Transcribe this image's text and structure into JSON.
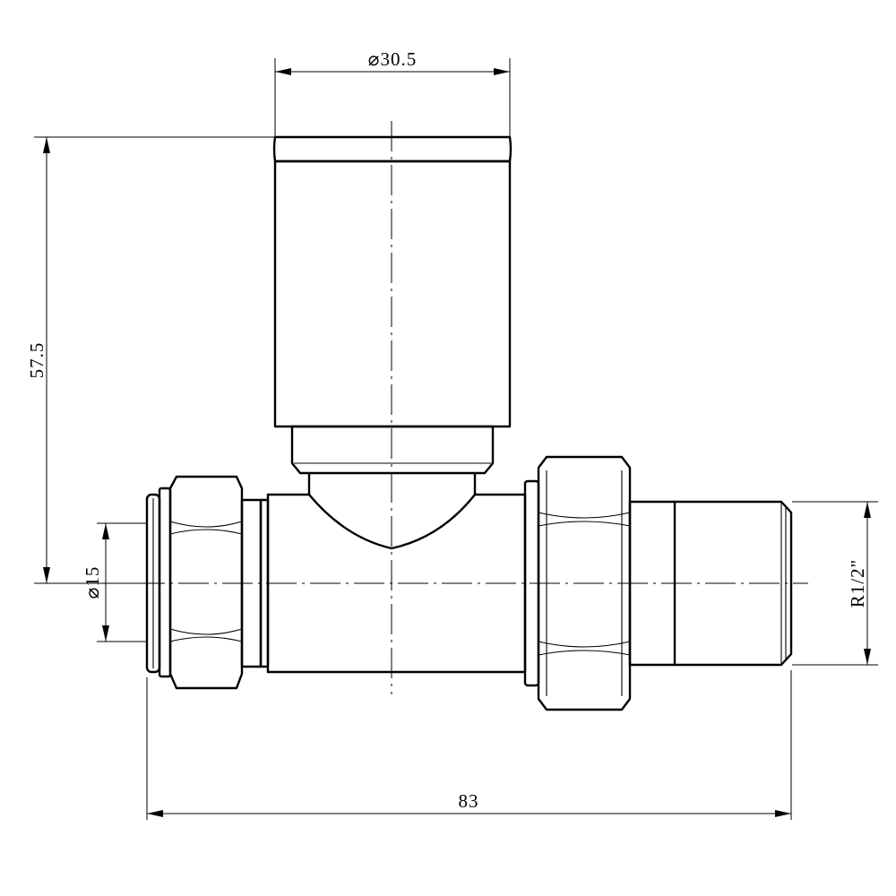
{
  "drawing": {
    "dimensions": {
      "head_diameter": "⌀30.5",
      "overall_height": "57.5",
      "pipe_diameter": "⌀15",
      "thread": "R1/2\"",
      "overall_length": "83"
    }
  }
}
